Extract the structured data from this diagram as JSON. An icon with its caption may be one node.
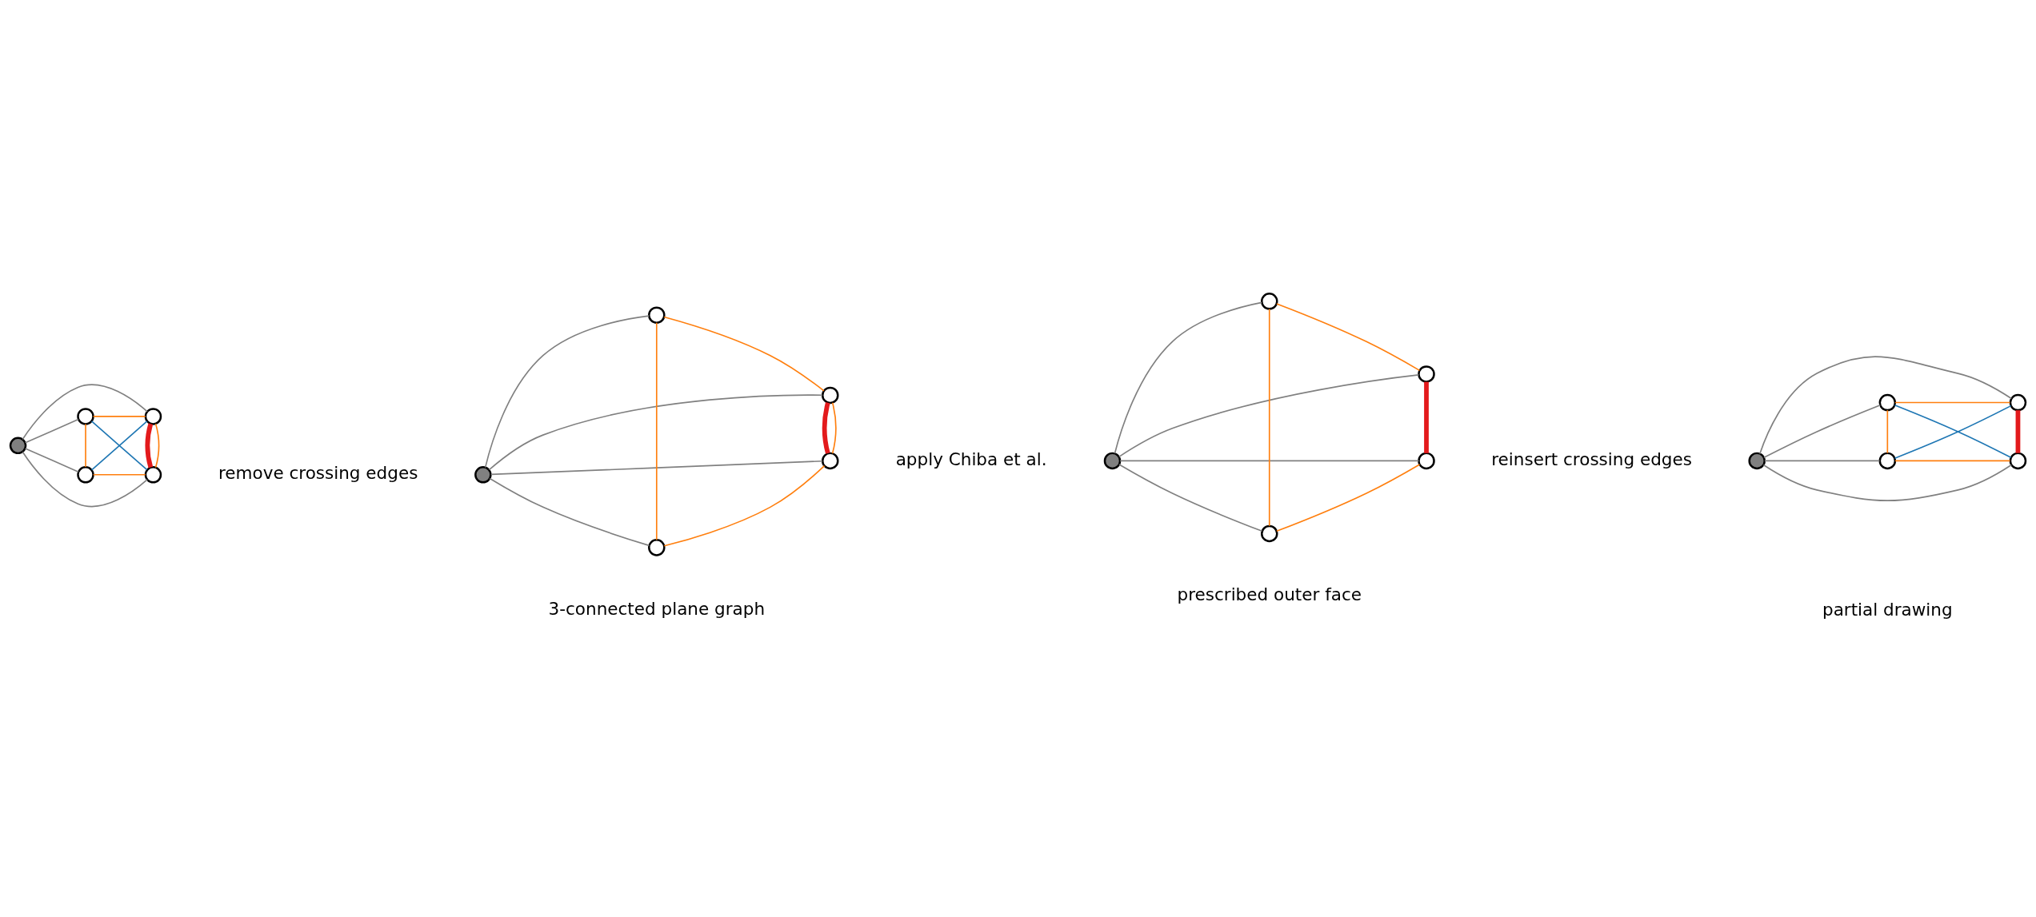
{
  "diagram": {
    "nodes": [
      {
        "text": [],
        "shape": "circle"
      },
      {
        "text": [],
        "shape": "circle"
      },
      {
        "text": [],
        "shape": "circle"
      },
      {
        "text": [],
        "shape": "circle"
      },
      {
        "text": [],
        "shape": "circle"
      },
      {
        "text": [],
        "shape": "circle"
      },
      {
        "text": [],
        "shape": "circle"
      },
      {
        "text": [],
        "shape": "circle"
      },
      {
        "text": [],
        "shape": "circle"
      },
      {
        "text": [],
        "shape": "circle"
      },
      {
        "text": [],
        "shape": "circle"
      },
      {
        "text": [],
        "shape": "circle"
      },
      {
        "text": [],
        "shape": "circle"
      },
      {
        "text": [],
        "shape": "circle"
      },
      {
        "text": [],
        "shape": "circle"
      },
      {
        "text": [],
        "shape": "circle"
      },
      {
        "text": [],
        "shape": "circle"
      },
      {
        "text": [],
        "shape": "circle"
      },
      {
        "text": [],
        "shape": "circle"
      },
      {
        "text": [],
        "shape": "circle"
      }
    ],
    "edges": [
      {
        "from": 0,
        "to": 3,
        "arrow": "none"
      },
      {
        "from": 0,
        "to": 1,
        "arrow": "none"
      },
      {
        "from": 0,
        "to": 2,
        "arrow": "none"
      },
      {
        "from": 0,
        "to": 4,
        "arrow": "none"
      },
      {
        "from": 1,
        "to": 3,
        "arrow": "none",
        "color": "#ff7f0e"
      },
      {
        "from": 1,
        "to": 2,
        "arrow": "none",
        "color": "#ff7f0e"
      },
      {
        "from": 2,
        "to": 4,
        "arrow": "none",
        "color": "#ff7f0e"
      },
      {
        "from": 3,
        "to": 4,
        "arrow": "none",
        "color": "#ff7f0e"
      },
      {
        "from": 3,
        "to": 4,
        "arrow": "none",
        "style": "thick",
        "color": "#e31a1c"
      },
      {
        "from": 1,
        "to": 4,
        "arrow": "none",
        "color": "#1f77b4"
      },
      {
        "from": 2,
        "to": 3,
        "arrow": "none",
        "color": "#1f77b4"
      },
      {
        "from": 5,
        "to": 8,
        "arrow": "none"
      },
      {
        "from": 5,
        "to": 6,
        "arrow": "none"
      },
      {
        "from": 5,
        "to": 7,
        "arrow": "none"
      },
      {
        "from": 5,
        "to": 9,
        "arrow": "none"
      },
      {
        "from": 6,
        "to": 8,
        "arrow": "none",
        "color": "#ff7f0e"
      },
      {
        "from": 6,
        "to": 7,
        "arrow": "none",
        "color": "#ff7f0e"
      },
      {
        "from": 7,
        "to": 9,
        "arrow": "none",
        "color": "#ff7f0e"
      },
      {
        "from": 8,
        "to": 9,
        "arrow": "none",
        "color": "#ff7f0e"
      },
      {
        "from": 8,
        "to": 9,
        "arrow": "none",
        "style": "thick",
        "color": "#e31a1c"
      },
      {
        "from": 10,
        "to": 13,
        "arrow": "none"
      },
      {
        "from": 10,
        "to": 11,
        "arrow": "none"
      },
      {
        "from": 10,
        "to": 12,
        "arrow": "none"
      },
      {
        "from": 10,
        "to": 14,
        "arrow": "none"
      },
      {
        "from": 11,
        "to": 12,
        "arrow": "none",
        "color": "#ff7f0e"
      },
      {
        "from": 11,
        "to": 13,
        "arrow": "none",
        "color": "#ff7f0e"
      },
      {
        "from": 12,
        "to": 14,
        "arrow": "none",
        "color": "#ff7f0e"
      },
      {
        "from": 13,
        "to": 14,
        "arrow": "none",
        "style": "thick",
        "color": "#e31a1c"
      },
      {
        "from": 15,
        "to": 18,
        "arrow": "none"
      },
      {
        "from": 15,
        "to": 16,
        "arrow": "none"
      },
      {
        "from": 15,
        "to": 17,
        "arrow": "none"
      },
      {
        "from": 15,
        "to": 19,
        "arrow": "none"
      },
      {
        "from": 16,
        "to": 17,
        "arrow": "none",
        "color": "#ff7f0e"
      },
      {
        "from": 16,
        "to": 18,
        "arrow": "none",
        "color": "#ff7f0e"
      },
      {
        "from": 17,
        "to": 19,
        "arrow": "none",
        "color": "#ff7f0e"
      },
      {
        "from": 18,
        "to": 19,
        "arrow": "none",
        "style": "thick",
        "color": "#e31a1c"
      },
      {
        "from": 16,
        "to": 19,
        "arrow": "none",
        "color": "#1f77b4"
      },
      {
        "from": 17,
        "to": 18,
        "arrow": "none",
        "color": "#1f77b4"
      }
    ],
    "labels": [
      "remove crossing edges",
      "apply Chiba et al.",
      "prescribed outer face",
      "3-connected plane graph",
      "reinsert crossing edges",
      "partial drawing"
    ]
  }
}
